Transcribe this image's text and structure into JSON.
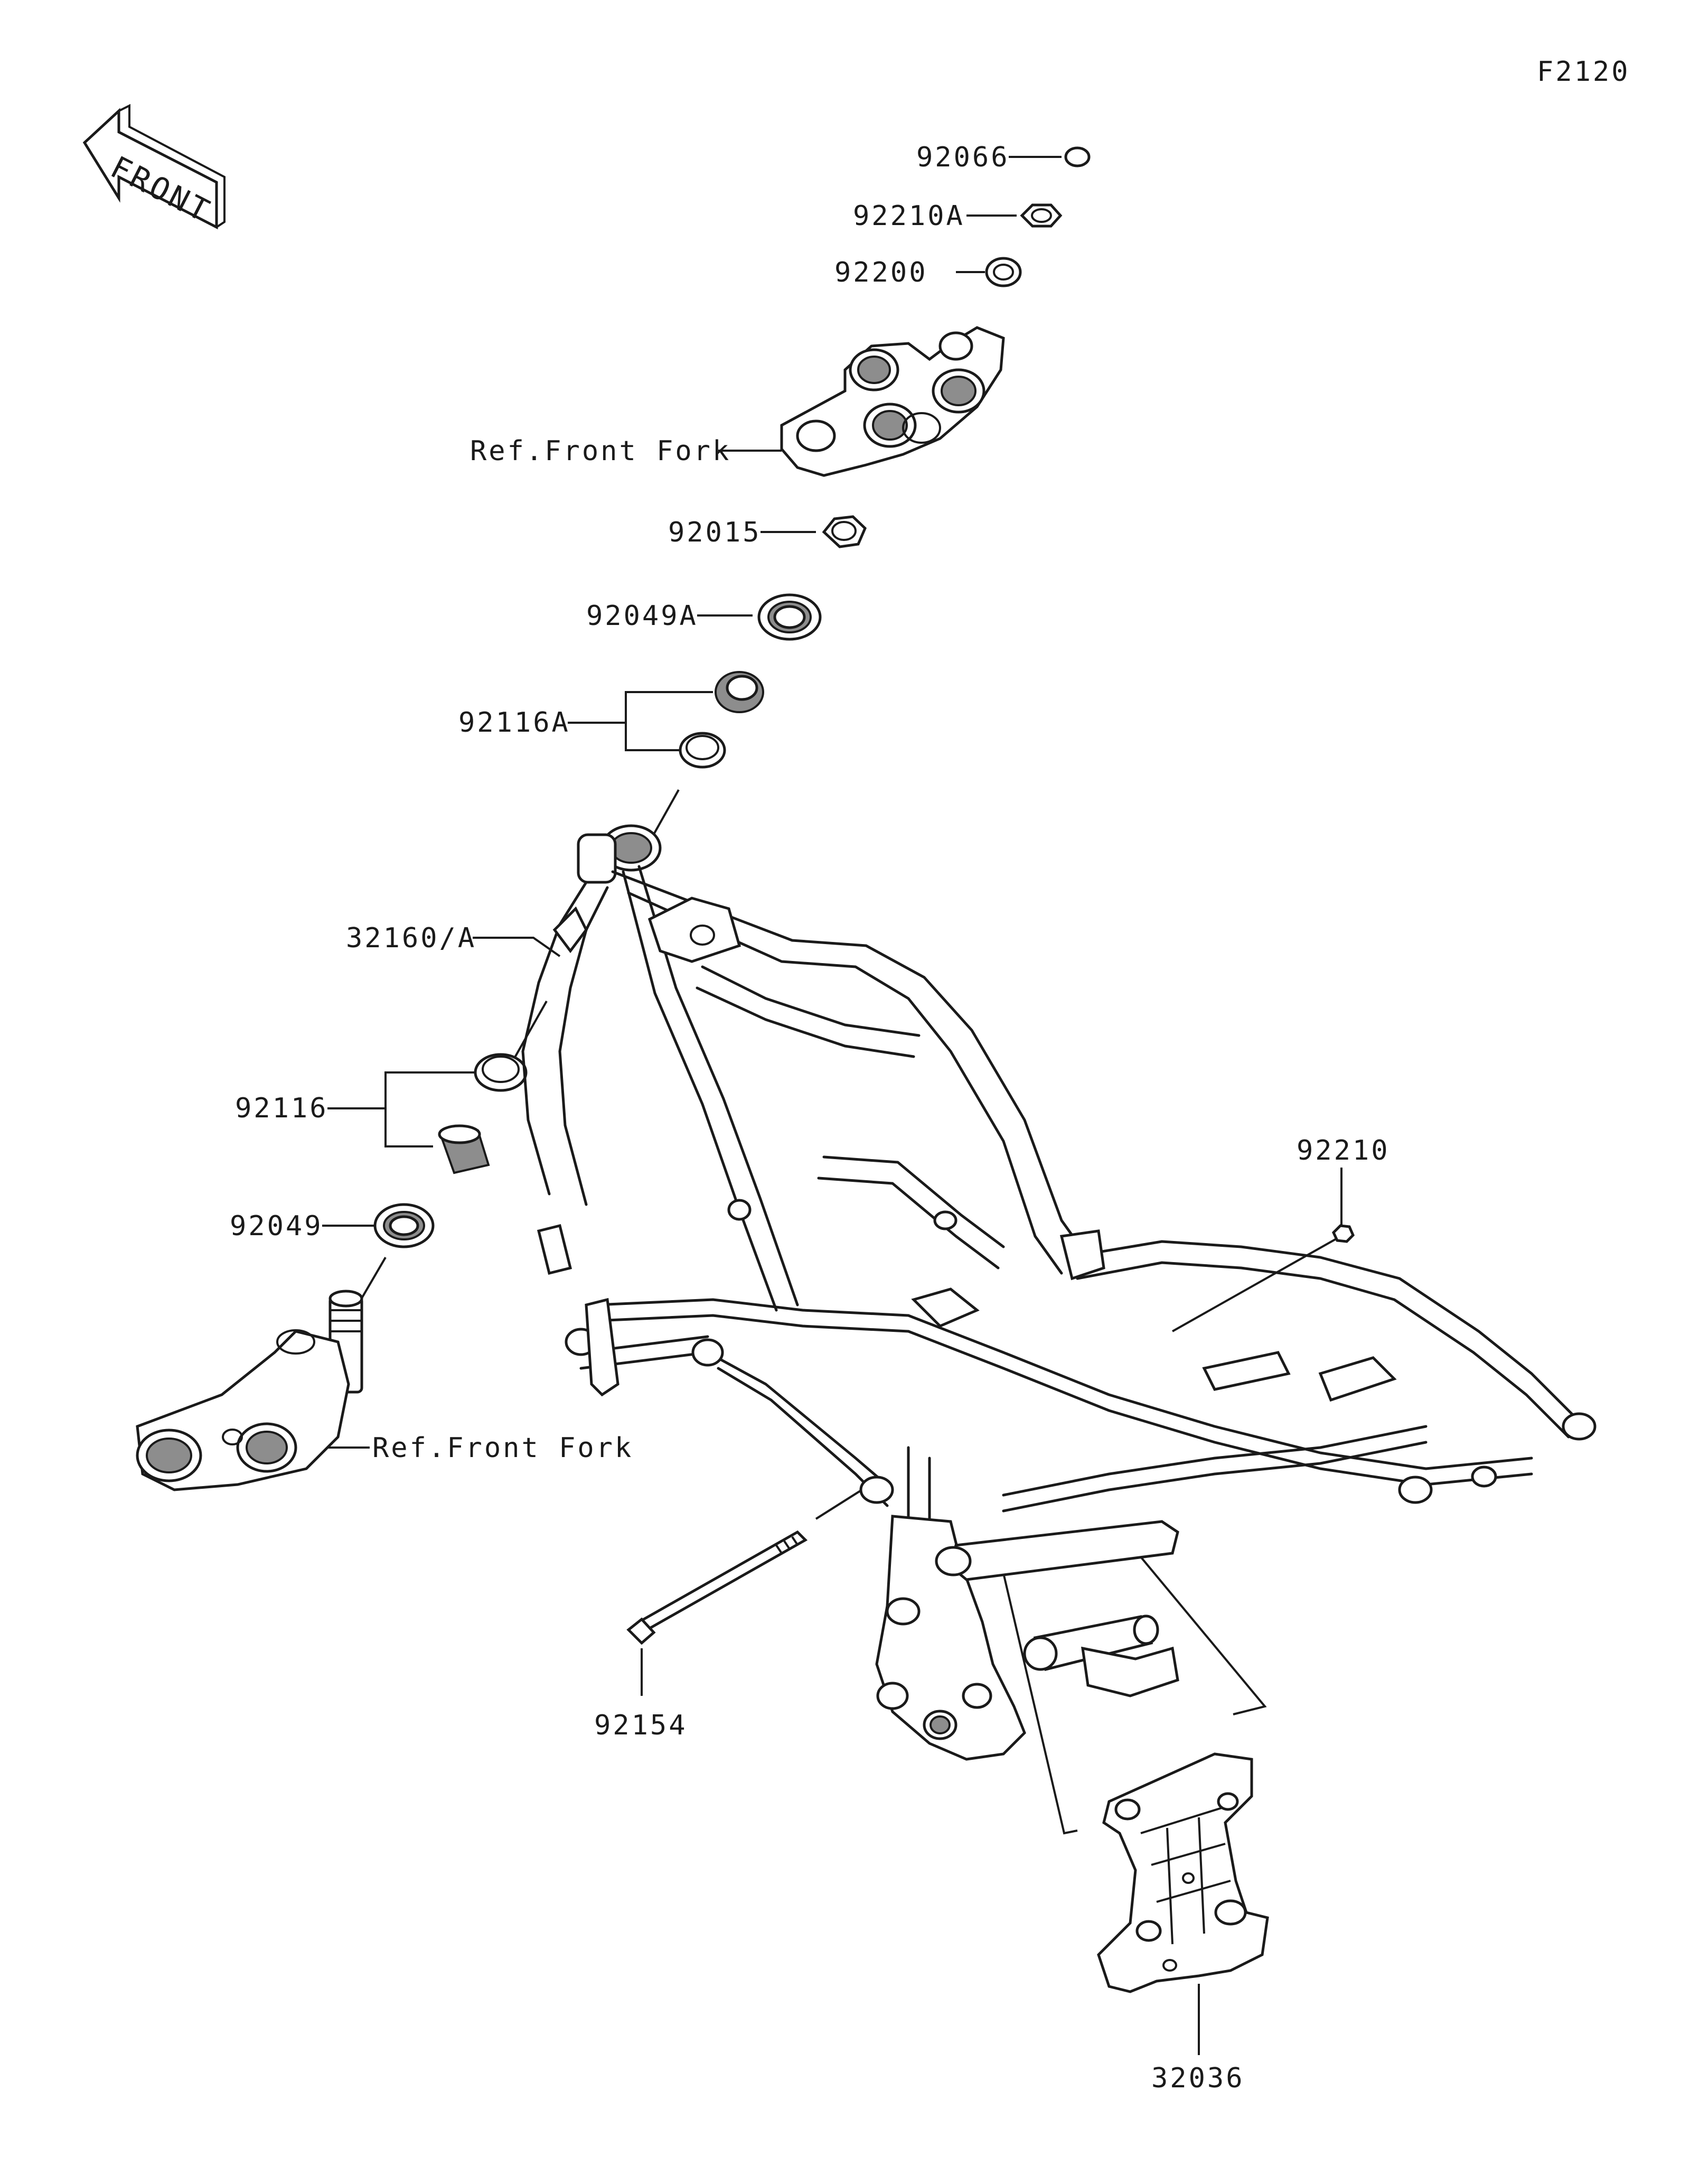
{
  "figure_code": "F2120",
  "front_arrow_label": "FRONT",
  "callouts": {
    "p92066": "92066",
    "p92210A": "92210A",
    "p92200": "92200",
    "ref_upper": "Ref.Front Fork",
    "p92015": "92015",
    "p92049A": "92049A",
    "p92116A": "92116A",
    "p32160A": "32160/A",
    "p92116": "92116",
    "p92049": "92049",
    "ref_lower": "Ref.Front Fork",
    "p92210": "92210",
    "p92154": "92154",
    "p32036": "32036"
  },
  "colors": {
    "line": "#1a1a1a",
    "shade": "#8d8d8d",
    "background": "#ffffff"
  }
}
